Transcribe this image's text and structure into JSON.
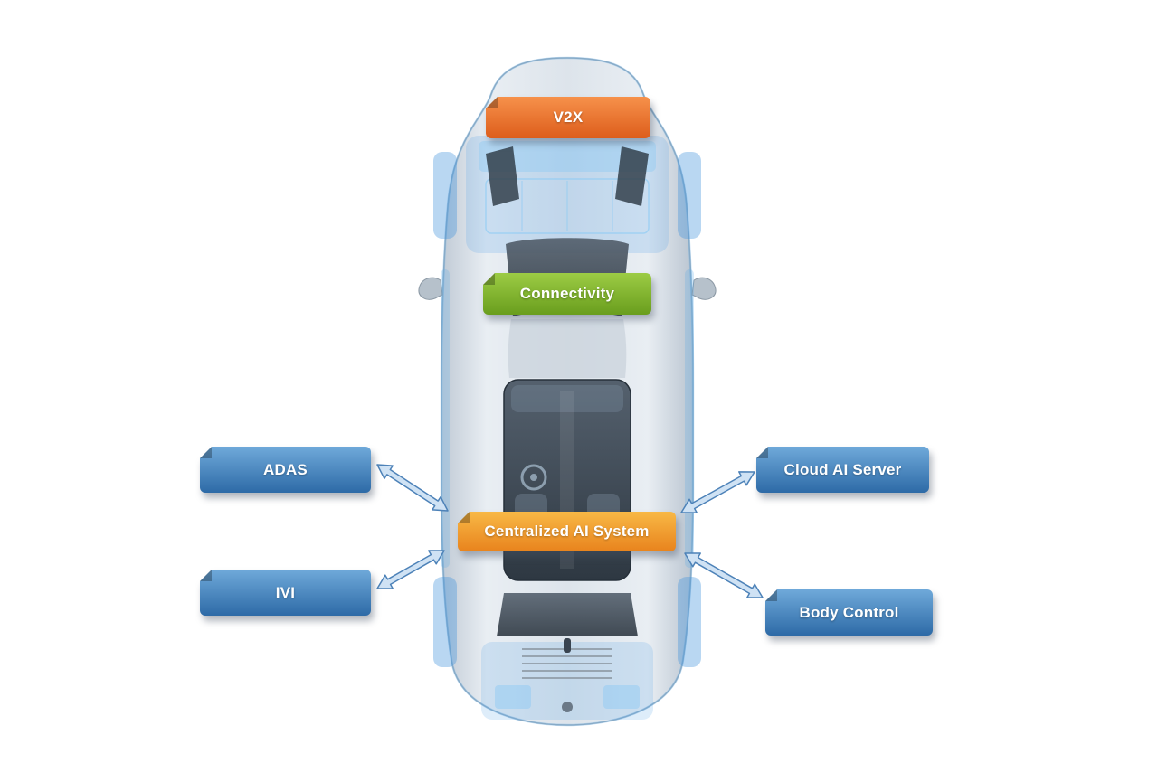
{
  "title": "Vehicle centralized AI architecture diagram",
  "nodes": {
    "v2x": {
      "label": "V2X",
      "color_top": "#f6914a",
      "color_bottom": "#dd5d1c"
    },
    "connectivity": {
      "label": "Connectivity",
      "color_top": "#9ccb44",
      "color_bottom": "#699d1d"
    },
    "centralized_ai": {
      "label": "Centralized AI System",
      "color_top": "#f8b845",
      "color_bottom": "#e8831d"
    },
    "adas": {
      "label": "ADAS",
      "color_top": "#6fa9d9",
      "color_bottom": "#2d6aa6"
    },
    "ivi": {
      "label": "IVI",
      "color_top": "#6fa9d9",
      "color_bottom": "#2d6aa6"
    },
    "cloud_ai_server": {
      "label": "Cloud AI Server",
      "color_top": "#6fa9d9",
      "color_bottom": "#2d6aa6"
    },
    "body_control": {
      "label": "Body Control",
      "color_top": "#6fa9d9",
      "color_bottom": "#2d6aa6"
    }
  },
  "connections": [
    {
      "from": "centralized_ai",
      "to": "adas",
      "bidirectional": true
    },
    {
      "from": "centralized_ai",
      "to": "ivi",
      "bidirectional": true
    },
    {
      "from": "centralized_ai",
      "to": "cloud_ai_server",
      "bidirectional": true
    },
    {
      "from": "centralized_ai",
      "to": "body_control",
      "bidirectional": true
    }
  ],
  "arrow_color": "#cfe2f4"
}
